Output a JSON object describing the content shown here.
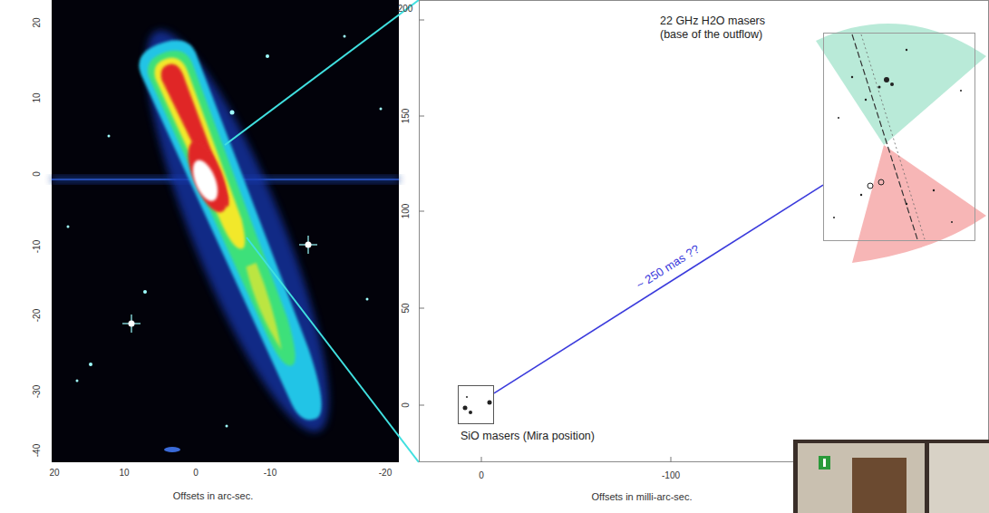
{
  "diagram": {
    "nodes": [
      {
        "text": [
          "22 GHz H2O masers (base of the outflow)"
        ]
      },
      {
        "text": [
          "SiO masers (Mira position)"
        ]
      }
    ],
    "edges": [
      {
        "from": 1,
        "to": 0,
        "arrow": "none",
        "label": "~ 250 mas ??"
      }
    ],
    "labels": [
      "20",
      "10",
      "0",
      "-10",
      "-20",
      "-30",
      "-40",
      "20",
      "10",
      "0",
      "-10",
      "-20",
      "Offsets in arc-sec.",
      "200",
      "150",
      "100",
      "50",
      "0",
      "0",
      "-100",
      "Offsets in milli-arc-sec."
    ]
  }
}
